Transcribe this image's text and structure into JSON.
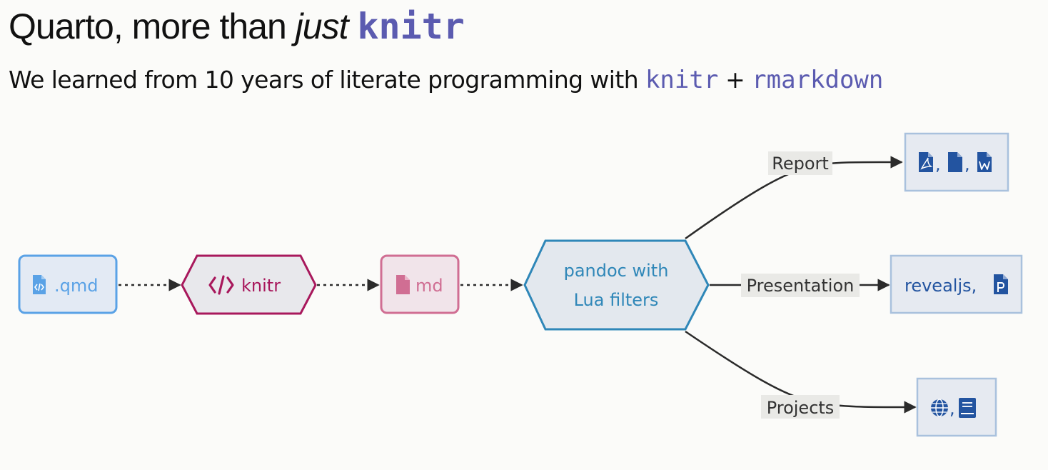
{
  "title": {
    "prefix": "Quarto, more than ",
    "emphasis": "just",
    "code": "knitr"
  },
  "subtitle": {
    "text": "We learned from 10 years of literate programming with ",
    "code1": "knitr",
    "plus": " + ",
    "code2": "rmarkdown"
  },
  "nodes": {
    "qmd": {
      "label": ".qmd",
      "icon": "file-code-icon",
      "color": "#5aa2e6"
    },
    "knitr": {
      "label": "knitr",
      "icon": "code-icon",
      "color": "#a8185c"
    },
    "md": {
      "label": "md",
      "icon": "file-icon",
      "color": "#d06e93"
    },
    "pandoc": {
      "line1": "pandoc with",
      "line2": "Lua filters",
      "color": "#2f87b8"
    },
    "report": {
      "sep1": ",",
      "sep2": ",",
      "icons": [
        "file-pdf-icon",
        "file-icon",
        "file-word-icon"
      ]
    },
    "presentation": {
      "label": "revealjs,",
      "icons": [
        "file-powerpoint-icon"
      ]
    },
    "projects": {
      "sep": ",",
      "icons": [
        "globe-icon",
        "book-icon"
      ]
    }
  },
  "edges": {
    "report": "Report",
    "presentation": "Presentation",
    "projects": "Projects"
  },
  "colors": {
    "output_fill": "#e6eaf1",
    "output_border": "#a9c1dd",
    "icon_blue": "#2354a0",
    "edge": "#2b2b2b"
  }
}
